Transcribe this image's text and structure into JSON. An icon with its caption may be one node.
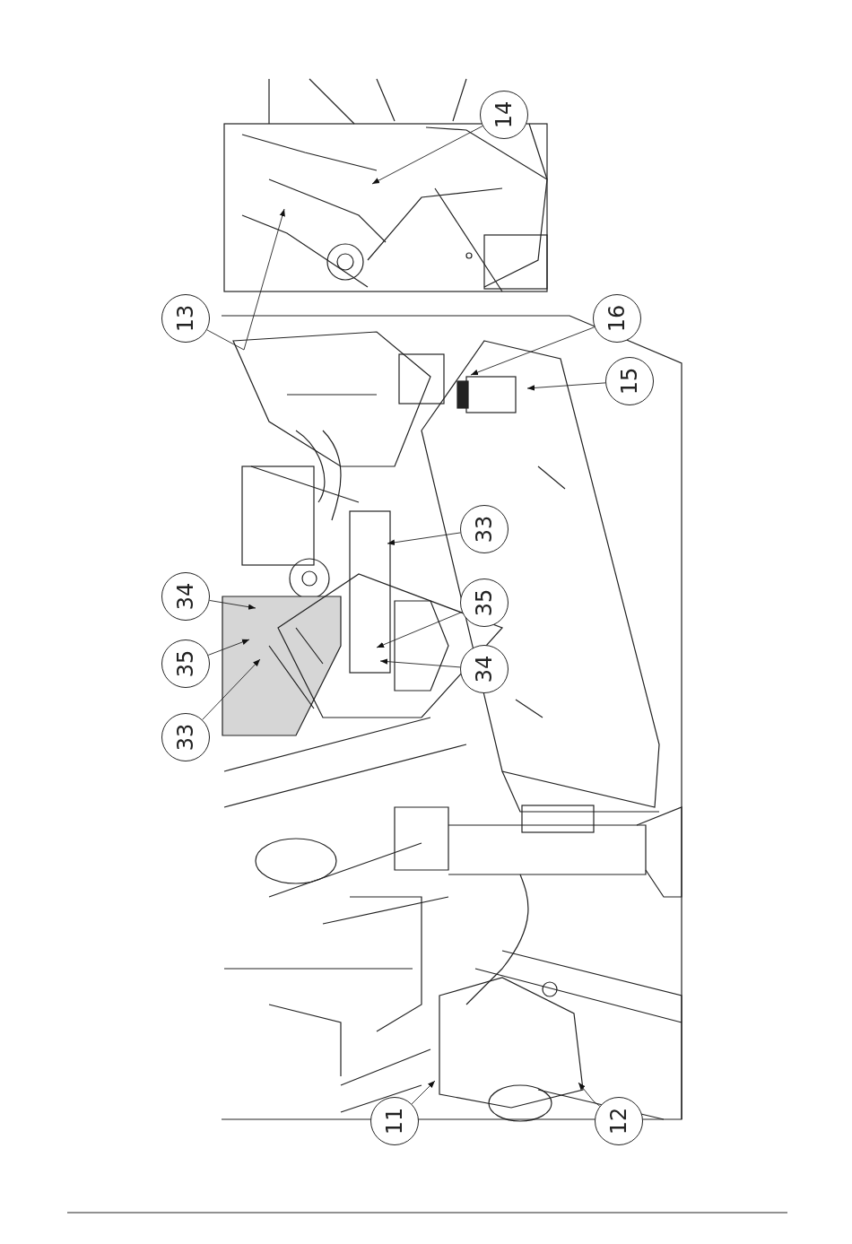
{
  "diagram": {
    "nodes": [
      {
        "text": [
          "14"
        ]
      },
      {
        "text": [
          "13"
        ]
      },
      {
        "text": [
          "16"
        ]
      },
      {
        "text": [
          "15"
        ]
      },
      {
        "text": [
          "33"
        ]
      },
      {
        "text": [
          "34"
        ]
      },
      {
        "text": [
          "35"
        ]
      },
      {
        "text": [
          "35"
        ]
      },
      {
        "text": [
          "34"
        ]
      },
      {
        "text": [
          "33"
        ]
      },
      {
        "text": [
          "11"
        ]
      },
      {
        "text": [
          "12"
        ]
      }
    ],
    "edges": [
      {
        "from": 0,
        "to": null,
        "arrow": "to"
      },
      {
        "from": 1,
        "to": null,
        "arrow": "to"
      },
      {
        "from": 2,
        "to": null,
        "arrow": "to"
      },
      {
        "from": 3,
        "to": null,
        "arrow": "to"
      },
      {
        "from": 4,
        "to": null,
        "arrow": "to"
      },
      {
        "from": 5,
        "to": null,
        "arrow": "to"
      },
      {
        "from": 6,
        "to": null,
        "arrow": "to"
      },
      {
        "from": 7,
        "to": null,
        "arrow": "to"
      },
      {
        "from": 8,
        "to": null,
        "arrow": "to"
      },
      {
        "from": 9,
        "to": null,
        "arrow": "to"
      },
      {
        "from": 10,
        "to": null,
        "arrow": "to"
      },
      {
        "from": 11,
        "to": null,
        "arrow": "to"
      }
    ]
  }
}
